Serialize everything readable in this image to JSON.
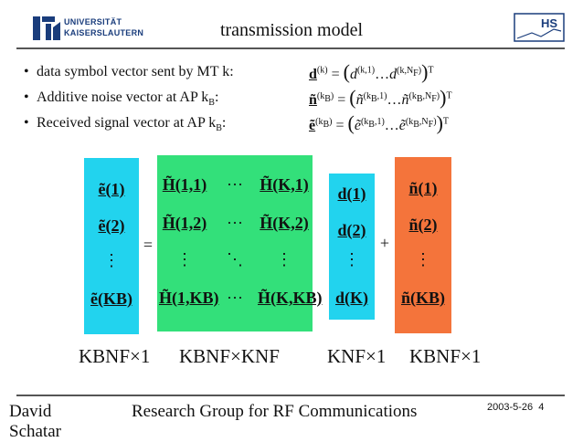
{
  "header": {
    "title": "transmission model",
    "logo_left_lines": [
      "UNIVERSITÄT",
      "KAISERSLAUTERN"
    ],
    "logo_right_text": "HS"
  },
  "bullets": [
    {
      "text": "data symbol vector sent by MT k:"
    },
    {
      "text": "Additive noise vector at AP k"
    },
    {
      "text": "Received signal vector at AP k"
    }
  ],
  "bullet_sub": "B",
  "equations": {
    "d": {
      "lhs": "d",
      "lhs_sup": "(k)",
      "rhs_a": "d",
      "rhs_a_sup": "(k,1)",
      "dots": "…",
      "rhs_b": "d",
      "rhs_b_sup": "(k,N",
      "rhs_b_sub": "F",
      "rhs_b_close": ")",
      "T": "T"
    },
    "n": {
      "lhs": "ñ",
      "lhs_sup": "(k",
      "lhs_sub": "B",
      "lhs_close": ")",
      "rhs_a": "ñ",
      "rhs_a_sup": "(k",
      "rhs_a_sub": "B",
      "rhs_a_close": ",1)",
      "dots": "…",
      "rhs_b": "ñ",
      "rhs_b_sup": "(k",
      "rhs_b_sub": "B",
      "rhs_b_mid": ",N",
      "rhs_b_sub2": "F",
      "rhs_b_close": ")",
      "T": "T"
    },
    "e": {
      "lhs": "ẽ",
      "lhs_sup": "(k",
      "lhs_sub": "B",
      "lhs_close": ")",
      "rhs_a": "ẽ",
      "rhs_a_sup": "(k",
      "rhs_a_sub": "B",
      "rhs_a_close": ",1)",
      "dots": "…",
      "rhs_b": "ẽ",
      "rhs_b_sup": "(k",
      "rhs_b_sub": "B",
      "rhs_b_mid": ",N",
      "rhs_b_sub2": "F",
      "rhs_b_close": ")",
      "T": "T"
    }
  },
  "matrices": {
    "e_col": {
      "color": "#22d3ee",
      "entries": [
        "ẽ(1)",
        "ẽ(2)",
        "⋮",
        "ẽ(KB)"
      ]
    },
    "equals": "=",
    "H": {
      "color": "#33e07a",
      "entries": [
        "H̃(1,1)",
        "···",
        "H̃(K,1)",
        "H̃(1,2)",
        "···",
        "H̃(K,2)",
        "⋮",
        "⋱",
        "⋮",
        "H̃(1,KB)",
        "···",
        "H̃(K,KB)"
      ]
    },
    "bullet_op": "•",
    "d_col": {
      "color": "#22d3ee",
      "entries": [
        "d(1)",
        "d(2)",
        "⋮",
        "d(K)"
      ]
    },
    "plus": "+",
    "n_col": {
      "color": "#f4743b",
      "entries": [
        "ñ(1)",
        "ñ(2)",
        "⋮",
        "ñ(KB)"
      ]
    }
  },
  "dimensions": [
    "KBNF×1",
    "KBNF×KNF",
    "KNF×1",
    "KBNF×1"
  ],
  "footer": {
    "author_line1": "David",
    "author_line2": "Schatar",
    "group": "Research Group for RF Communications",
    "date": "2003-5-26",
    "page": "4"
  }
}
